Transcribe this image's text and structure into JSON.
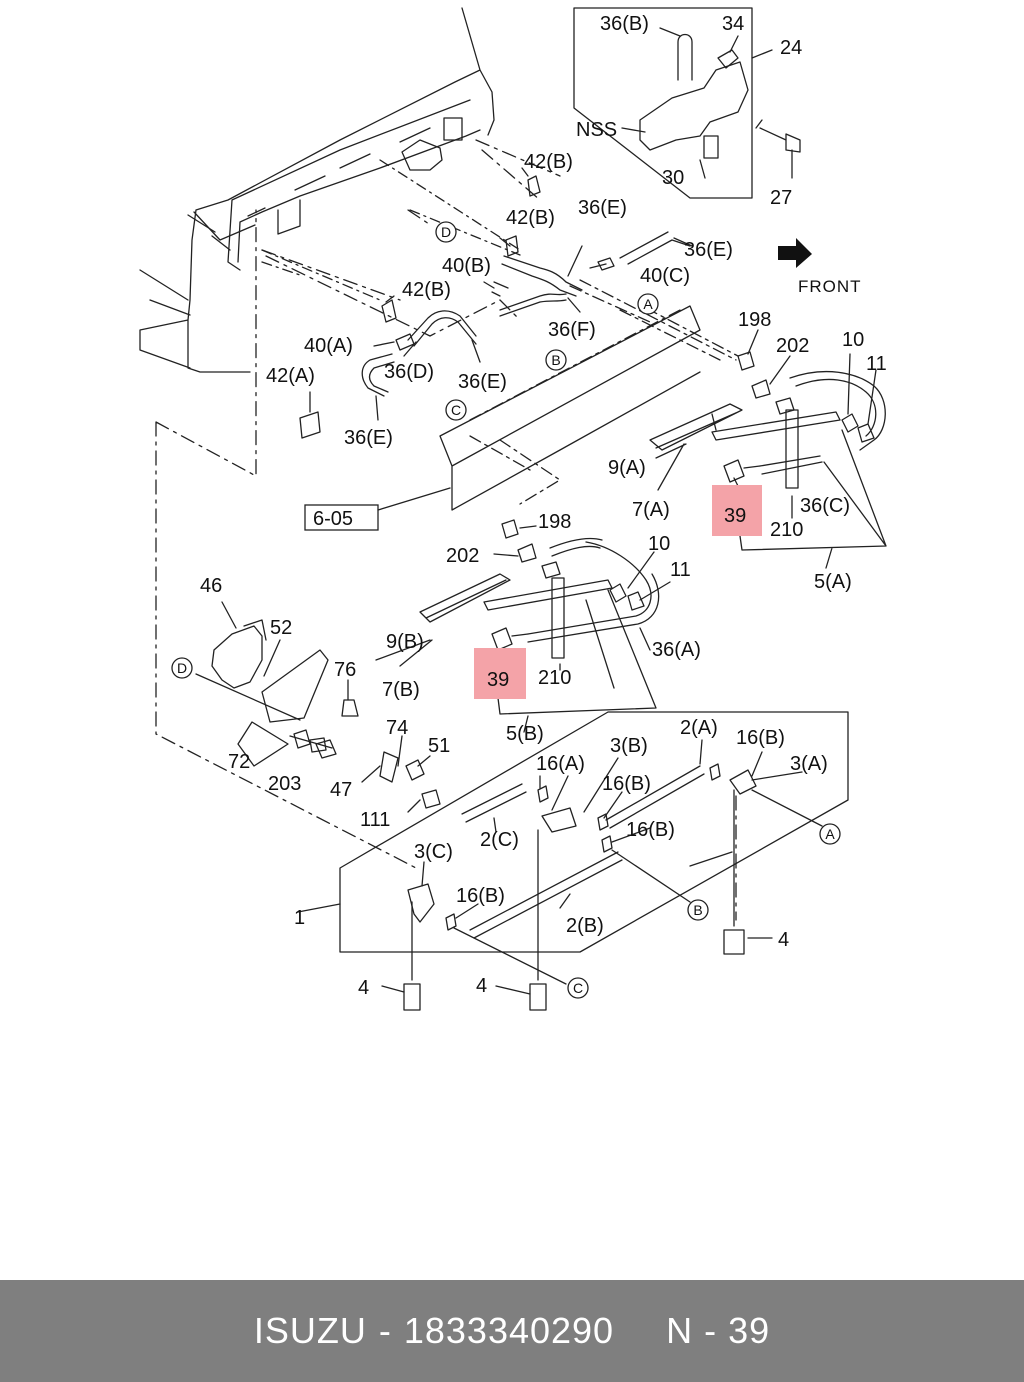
{
  "footer": {
    "brand": "ISUZU",
    "separator": "-",
    "part_number": "1833340290",
    "item_code": "N - 39"
  },
  "colors": {
    "footer_bg": "#7f7f7f",
    "highlight": "#f4a3a8",
    "line": "#222222",
    "text": "#111111"
  },
  "diagram": {
    "front_label": "FRONT",
    "ref_box": "6-05",
    "highlighted_part": "39",
    "circle_refs": [
      "A",
      "B",
      "C",
      "D"
    ],
    "callouts": [
      "36(B)",
      "34",
      "24",
      "NSS",
      "27",
      "30",
      "42(B)",
      "42(B)",
      "36(E)",
      "36(E)",
      "40(B)",
      "40(C)",
      "42(B)",
      "36(F)",
      "40(A)",
      "36(D)",
      "36(E)",
      "42(A)",
      "36(E)",
      "198",
      "202",
      "10",
      "11",
      "9(A)",
      "7(A)",
      "210",
      "36(C)",
      "5(A)",
      "198",
      "202",
      "10",
      "11",
      "9(B)",
      "7(B)",
      "210",
      "36(A)",
      "5(B)",
      "46",
      "52",
      "76",
      "72",
      "74",
      "51",
      "203",
      "47",
      "111",
      "16(A)",
      "3(B)",
      "2(A)",
      "16(B)",
      "3(A)",
      "16(B)",
      "2(C)",
      "16(B)",
      "3(C)",
      "16(B)",
      "1",
      "2(B)",
      "4",
      "4",
      "4"
    ]
  }
}
